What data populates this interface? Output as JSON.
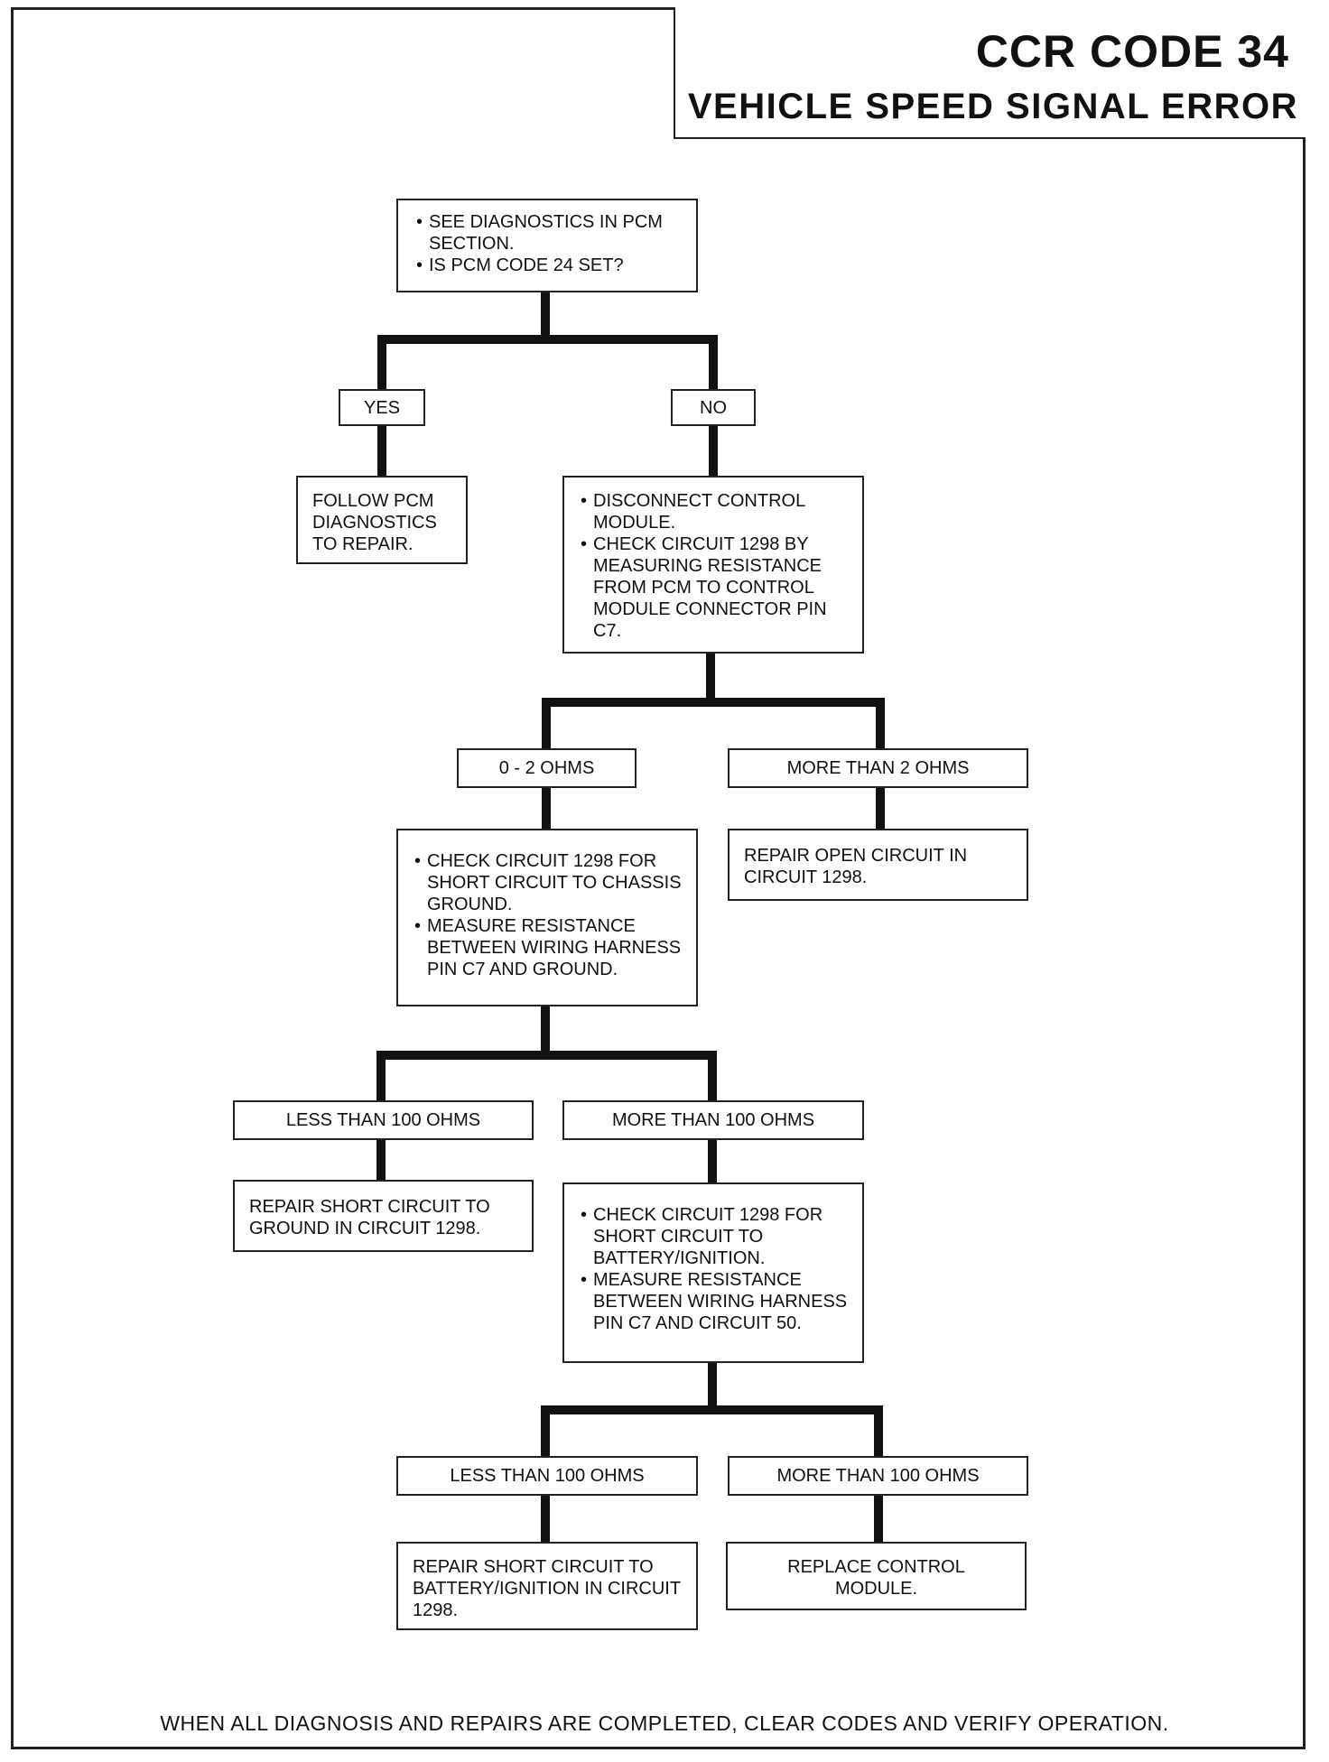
{
  "header": {
    "title": "CCR CODE 34",
    "subtitle": "VEHICLE SPEED SIGNAL ERROR"
  },
  "nodes": {
    "start": [
      "SEE DIAGNOSTICS IN PCM SECTION.",
      "IS PCM CODE 24 SET?"
    ],
    "yes": "YES",
    "no": "NO",
    "follow_pcm": "FOLLOW PCM DIAGNOSTICS TO REPAIR.",
    "disconnect": [
      "DISCONNECT CONTROL MODULE.",
      "CHECK CIRCUIT 1298 BY MEASURING RESISTANCE FROM PCM TO CONTROL MODULE CONNECTOR PIN C7."
    ],
    "ohms_0_2": "0 - 2 OHMS",
    "more_than_2": "MORE THAN 2 OHMS",
    "repair_open": "REPAIR OPEN CIRCUIT IN CIRCUIT 1298.",
    "check_ground": [
      "CHECK CIRCUIT 1298 FOR SHORT CIRCUIT TO CHASSIS GROUND.",
      "MEASURE RESISTANCE BETWEEN WIRING HARNESS PIN C7 AND GROUND."
    ],
    "less_100_a": "LESS THAN 100 OHMS",
    "more_100_a": "MORE THAN 100 OHMS",
    "repair_short_ground": "REPAIR SHORT CIRCUIT TO GROUND IN CIRCUIT 1298.",
    "check_battery": [
      "CHECK CIRCUIT 1298 FOR SHORT CIRCUIT TO BATTERY/IGNITION.",
      "MEASURE RESISTANCE BETWEEN WIRING HARNESS PIN C7 AND CIRCUIT 50."
    ],
    "less_100_b": "LESS THAN 100 OHMS",
    "more_100_b": "MORE THAN 100 OHMS",
    "repair_short_battery": "REPAIR SHORT CIRCUIT TO BATTERY/IGNITION IN CIRCUIT 1298.",
    "replace_module": "REPLACE CONTROL MODULE."
  },
  "footer": "WHEN ALL DIAGNOSIS AND REPAIRS ARE COMPLETED, CLEAR CODES AND VERIFY OPERATION."
}
